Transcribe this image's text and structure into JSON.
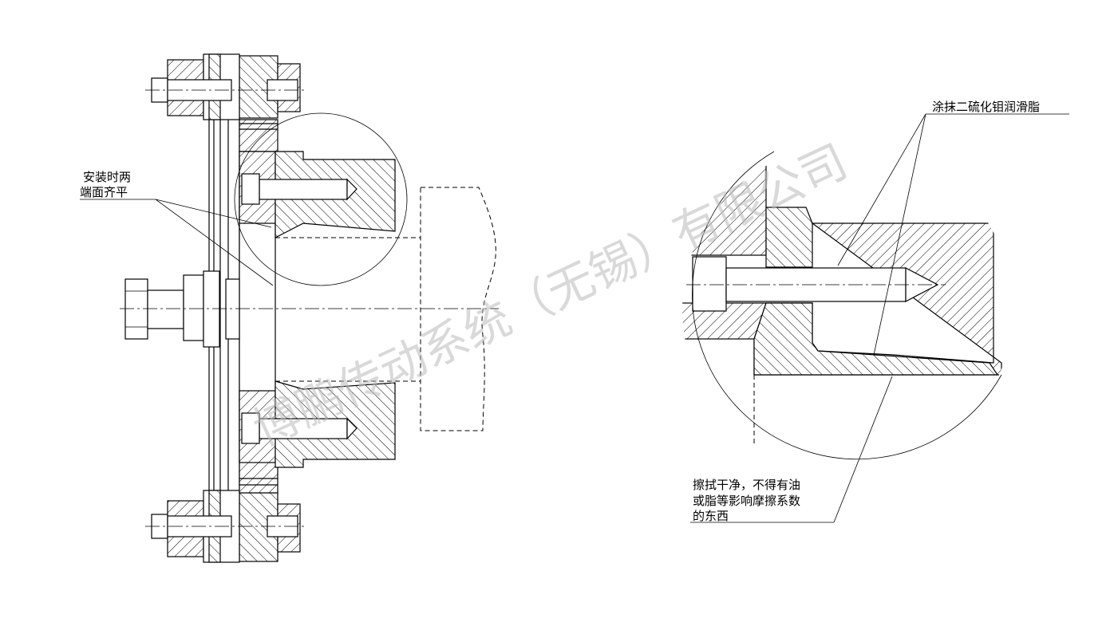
{
  "labels": {
    "flush_note_line1": "安装时两",
    "flush_note_line2": "端面齐平",
    "lubricant_note": "涂抹二硫化钼润滑脂",
    "clean_note_line1": "擦拭干净，不得有油",
    "clean_note_line2": "或脂等影响摩擦系数",
    "clean_note_line3": "的东西"
  },
  "watermark": "博鹏传动系统（无锡）有限公司"
}
